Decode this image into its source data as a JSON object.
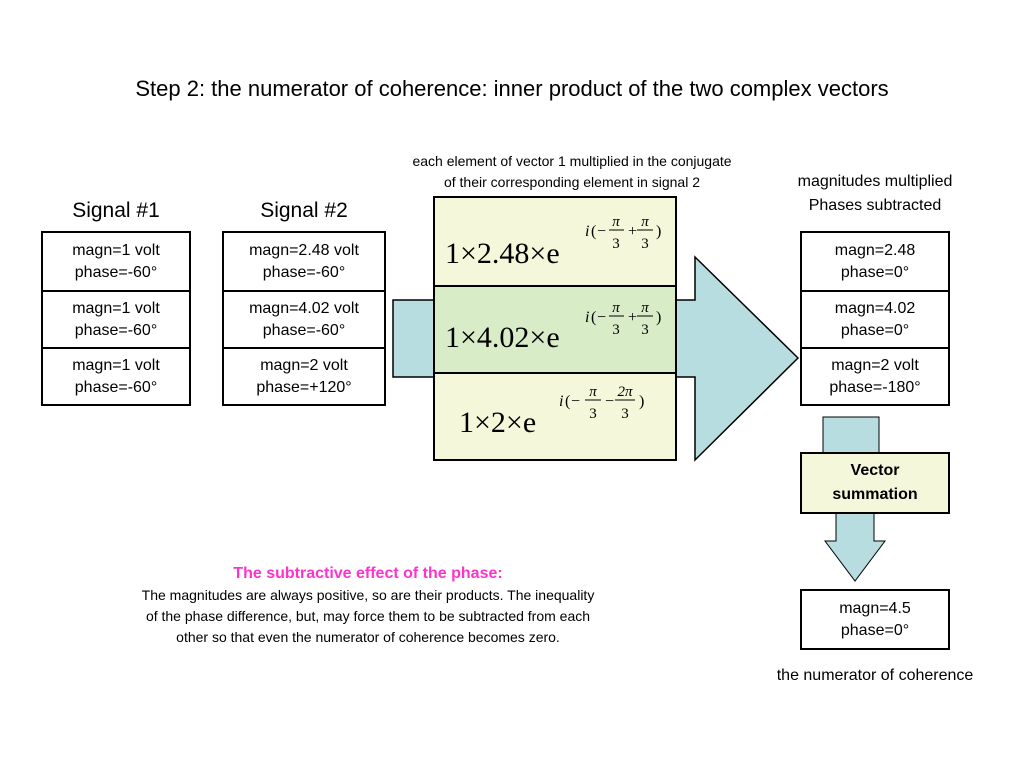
{
  "title": "Step 2: the numerator of coherence: inner product of the two complex vectors",
  "signal1": {
    "heading": "Signal #1",
    "rows": [
      {
        "magn": "magn=1 volt",
        "phase": "phase=-60°"
      },
      {
        "magn": "magn=1 volt",
        "phase": "phase=-60°"
      },
      {
        "magn": "magn=1 volt",
        "phase": "phase=-60°"
      }
    ]
  },
  "signal2": {
    "heading": "Signal #2",
    "rows": [
      {
        "magn": "magn=2.48 volt",
        "phase": "phase=-60°"
      },
      {
        "magn": "magn=4.02 volt",
        "phase": "phase=-60°"
      },
      {
        "magn": "magn=2 volt",
        "phase": "phase=+120°"
      }
    ]
  },
  "conjugate_note": {
    "line1": "each element of vector 1 multiplied in the conjugate",
    "line2": "of their corresponding element in signal 2"
  },
  "equations": [
    {
      "base": "1×2.48×e",
      "i": "i",
      "op1": "−",
      "n1": "π",
      "d1": "3",
      "op2": "+",
      "n2": "π",
      "d2": "3"
    },
    {
      "base": "1×4.02×e",
      "i": "i",
      "op1": "−",
      "n1": "π",
      "d1": "3",
      "op2": "+",
      "n2": "π",
      "d2": "3"
    },
    {
      "base": "1×2×e",
      "i": "i",
      "op1": "−",
      "n1": "π",
      "d1": "3",
      "op2": "−",
      "n2": "2π",
      "d2": "3"
    }
  ],
  "products_note": {
    "line1": "magnitudes multiplied",
    "line2": "Phases subtracted"
  },
  "products": {
    "rows": [
      {
        "magn": "magn=2.48",
        "phase": "phase=0°"
      },
      {
        "magn": "magn=4.02",
        "phase": "phase=0°"
      },
      {
        "magn": "magn=2 volt",
        "phase": "phase=-180°"
      }
    ]
  },
  "vector_summation": {
    "line1": "Vector",
    "line2": "summation"
  },
  "result": {
    "magn": "magn=4.5",
    "phase": "phase=0°"
  },
  "result_caption": "the numerator of coherence",
  "note": {
    "heading": "The subtractive effect of the phase:",
    "line1": "The magnitudes are always positive, so are their products. The inequality",
    "line2": "of the phase difference, but, may force them to be subtracted from each",
    "line3": "other so that even the numerator of coherence becomes zero."
  },
  "colors": {
    "arrow_fill": "#b7dde1",
    "box_fill": "#f4f7d9",
    "highlight_row": "#d9ecc8",
    "note_heading": "#ff33cc"
  }
}
